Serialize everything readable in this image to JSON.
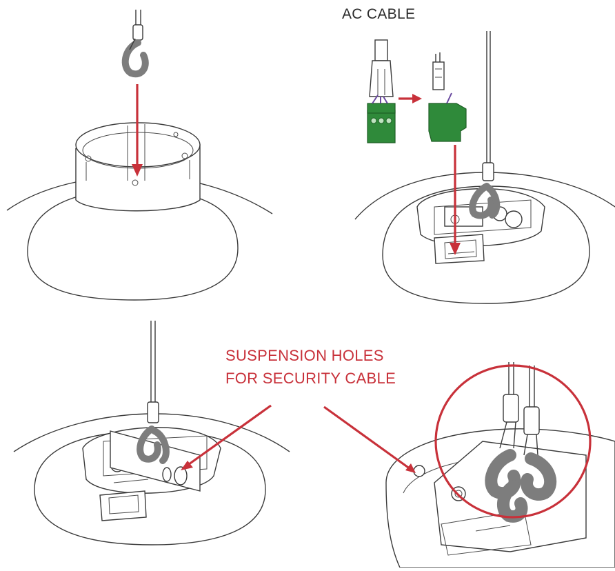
{
  "labels": {
    "ac_cable": "AC CABLE",
    "suspension_line1": "SUSPENSION HOLES",
    "suspension_line2": "FOR SECURITY CABLE"
  },
  "colors": {
    "annotation_red": "#c8313a",
    "connector_green": "#2f8a3a",
    "hook_gray": "#7d7d7d",
    "line_art": "#3a3a3a"
  },
  "panels": [
    {
      "step": "attach-hook"
    },
    {
      "step": "connect-ac-cable"
    },
    {
      "step": "suspension-holes-detail"
    },
    {
      "step": "security-cable-zoom"
    }
  ]
}
